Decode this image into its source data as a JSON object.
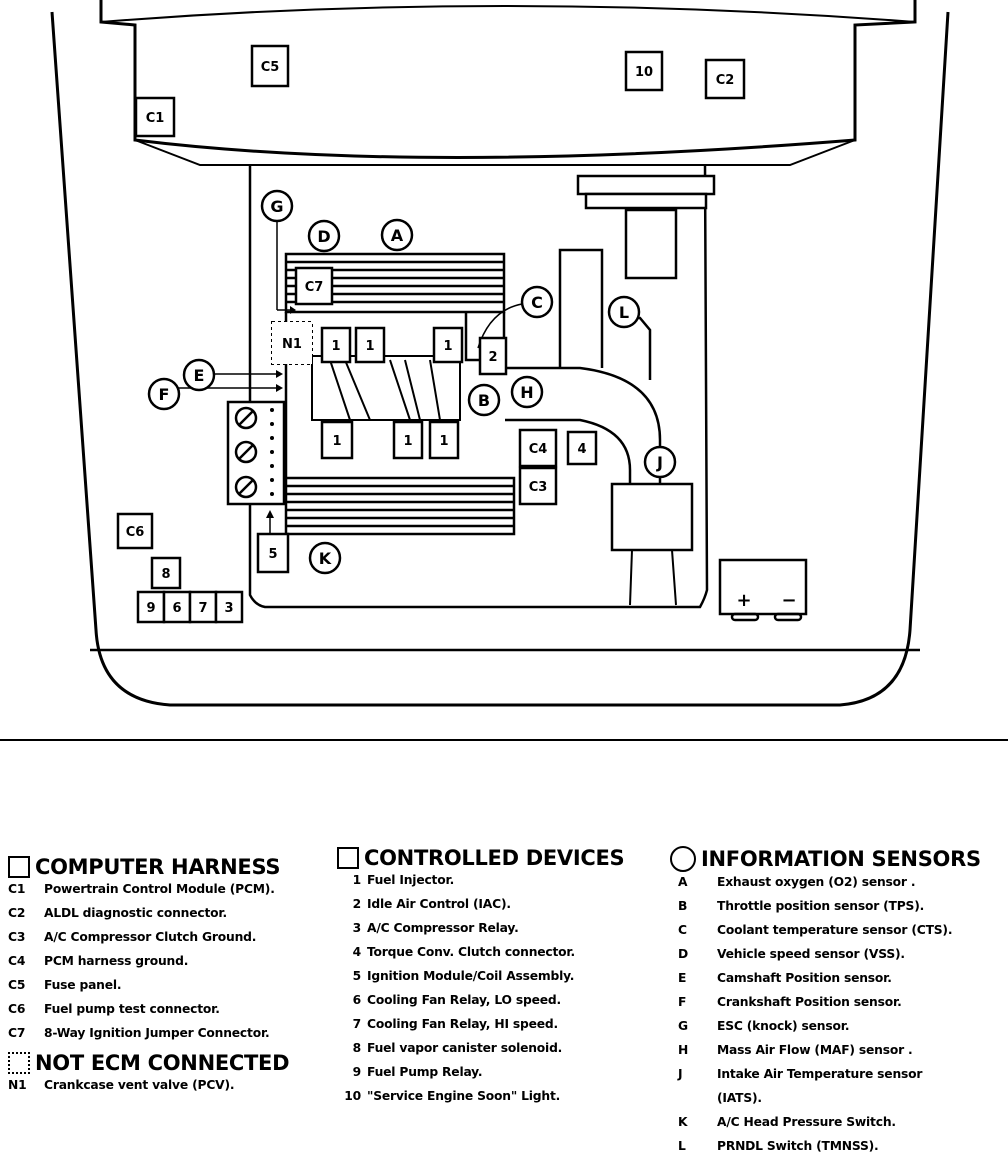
{
  "diagram": {
    "boxes": {
      "C5": "C5",
      "C1": "C1",
      "C2": "C2",
      "ten": "10",
      "C7": "C7",
      "N1": "N1",
      "one_a": "1",
      "one_b": "1",
      "one_c": "1",
      "one_d": "1",
      "one_e": "1",
      "one_f": "1",
      "two": "2",
      "four": "4",
      "C4": "C4",
      "C3": "C3",
      "C6": "C6",
      "five": "5",
      "eight": "8",
      "nine": "9",
      "six": "6",
      "seven": "7",
      "three": "3"
    },
    "circles": {
      "G": "G",
      "D": "D",
      "A": "A",
      "C": "C",
      "L": "L",
      "E": "E",
      "F": "F",
      "B": "B",
      "H": "H",
      "J": "J",
      "K": "K"
    },
    "battery": {
      "plus": "+",
      "minus": "−"
    }
  },
  "legend": {
    "harness": {
      "title": "COMPUTER HARNESS",
      "items": [
        {
          "code": "C1",
          "text": "Powertrain Control Module (PCM)."
        },
        {
          "code": "C2",
          "text": "ALDL diagnostic connector."
        },
        {
          "code": "C3",
          "text": "A/C Compressor Clutch Ground."
        },
        {
          "code": "C4",
          "text": "PCM harness ground."
        },
        {
          "code": "C5",
          "text": "Fuse panel."
        },
        {
          "code": "C6",
          "text": "Fuel pump test connector."
        },
        {
          "code": "C7",
          "text": "8-Way Ignition Jumper Connector."
        }
      ]
    },
    "not_ecm": {
      "title": "NOT ECM CONNECTED",
      "items": [
        {
          "code": "N1",
          "text": "Crankcase vent valve (PCV)."
        }
      ]
    },
    "controlled": {
      "title": "CONTROLLED DEVICES",
      "items": [
        {
          "code": "1",
          "text": "Fuel Injector."
        },
        {
          "code": "2",
          "text": "Idle Air Control (IAC)."
        },
        {
          "code": "3",
          "text": "A/C Compressor Relay."
        },
        {
          "code": "4",
          "text": "Torque Conv. Clutch connector."
        },
        {
          "code": "5",
          "text": "Ignition Module/Coil Assembly."
        },
        {
          "code": "6",
          "text": "Cooling Fan Relay, LO speed."
        },
        {
          "code": "7",
          "text": "Cooling Fan Relay, HI speed."
        },
        {
          "code": "8",
          "text": "Fuel vapor canister solenoid."
        },
        {
          "code": "9",
          "text": "Fuel Pump Relay."
        },
        {
          "code": "10",
          "text": "\"Service Engine Soon\" Light."
        }
      ]
    },
    "sensors": {
      "title": "INFORMATION SENSORS",
      "items": [
        {
          "code": "A",
          "text": "Exhaust oxygen (O2) sensor ."
        },
        {
          "code": "B",
          "text": "Throttle position sensor (TPS)."
        },
        {
          "code": "C",
          "text": "Coolant temperature sensor (CTS)."
        },
        {
          "code": "D",
          "text": "Vehicle speed sensor (VSS)."
        },
        {
          "code": "E",
          "text": "Camshaft Position sensor."
        },
        {
          "code": "F",
          "text": "Crankshaft Position sensor."
        },
        {
          "code": "G",
          "text": "ESC (knock) sensor."
        },
        {
          "code": "H",
          "text": "Mass Air Flow (MAF) sensor ."
        },
        {
          "code": "J",
          "text": "Intake Air Temperature sensor (IATS)."
        },
        {
          "code": "K",
          "text": "A/C Head Pressure Switch."
        },
        {
          "code": "L",
          "text": "PRNDL Switch (TMNSS)."
        }
      ]
    }
  }
}
